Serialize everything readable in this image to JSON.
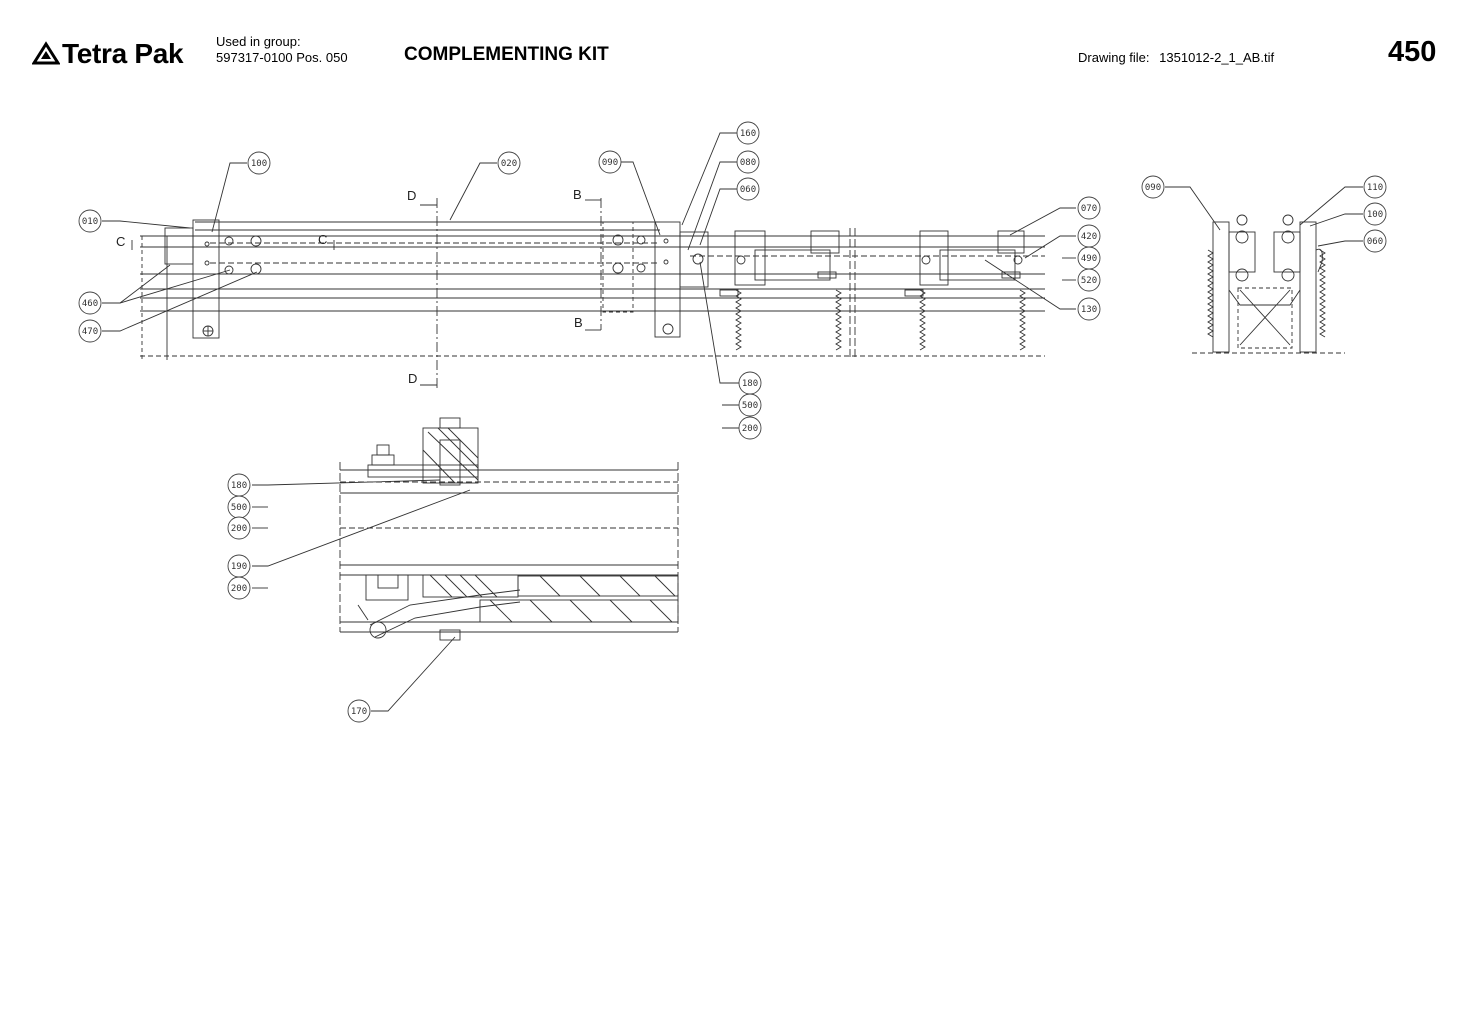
{
  "header": {
    "brand": "Tetra Pak",
    "used_in_label": "Used in group:",
    "used_in_value": "597317-0100 Pos. 050",
    "title": "COMPLEMENTING KIT",
    "drawing_file_label": "Drawing file:",
    "drawing_file_value": "1351012-2_1_AB.tif",
    "page_number": "450"
  },
  "section_labels": [
    "C",
    "C",
    "D",
    "D",
    "B",
    "B"
  ],
  "callouts": {
    "main_view": [
      "100",
      "020",
      "090",
      "160",
      "080",
      "060",
      "010",
      "070",
      "420",
      "490",
      "520",
      "130",
      "460",
      "470",
      "180",
      "500",
      "200"
    ],
    "side_view": [
      "090",
      "110",
      "100",
      "060"
    ],
    "section_view": [
      "180",
      "500",
      "200",
      "190",
      "200",
      "170"
    ]
  }
}
